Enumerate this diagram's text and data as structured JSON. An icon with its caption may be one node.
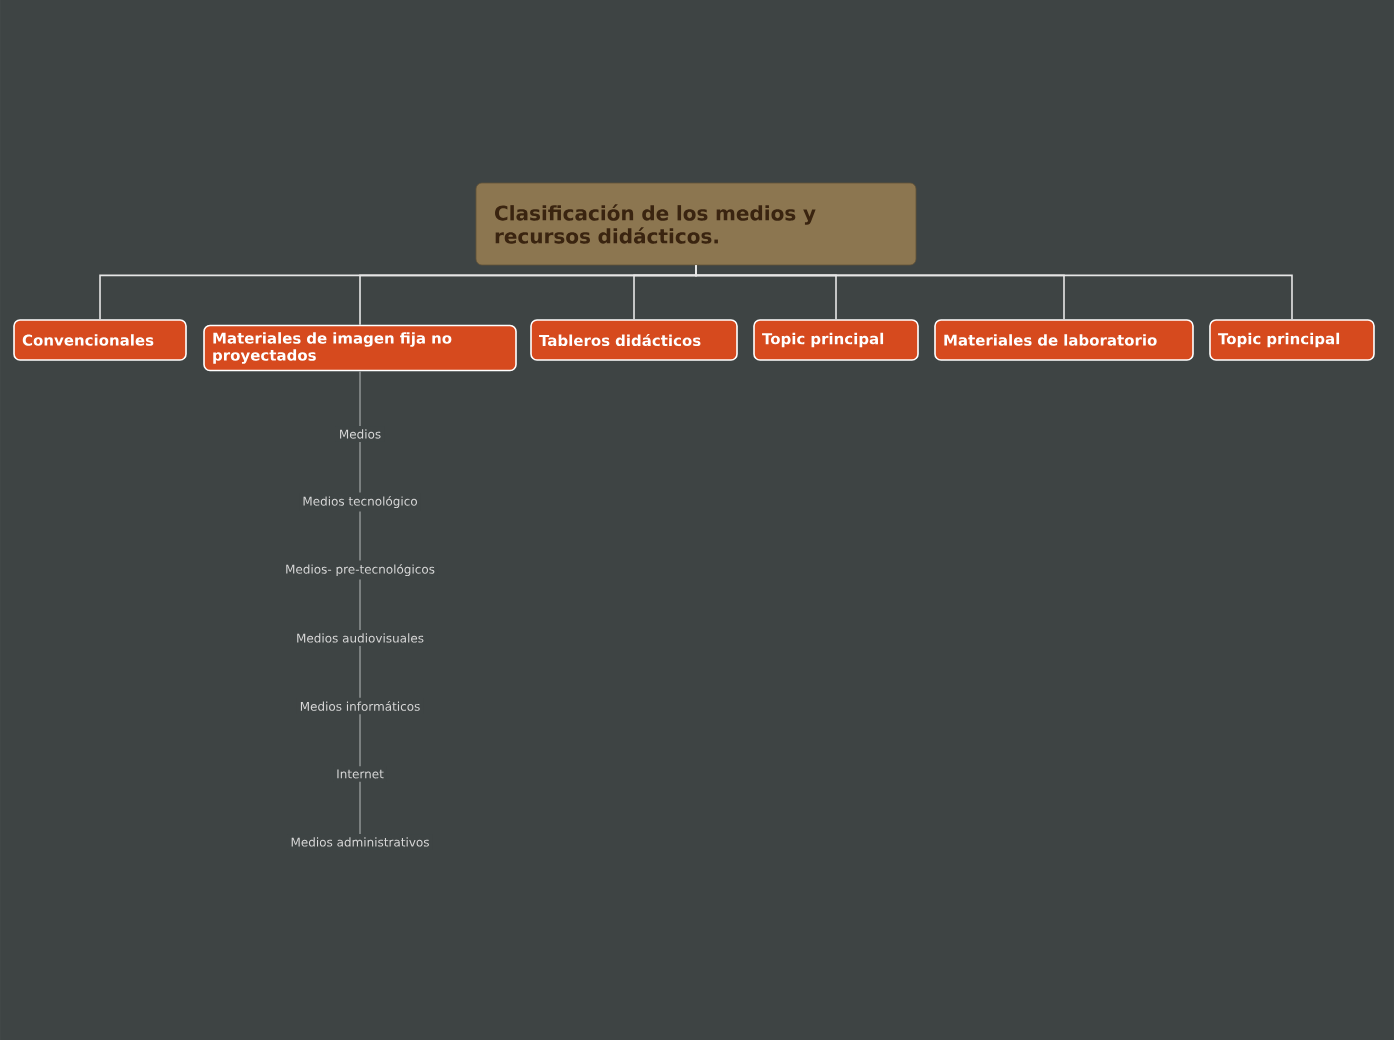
{
  "diagram": {
    "nodes": [
      {
        "text": [
          "Clasificación de los medios y recursos didácticos."
        ]
      },
      {
        "text": [
          "Convencionales"
        ]
      },
      {
        "text": [
          "Materiales de imagen fija no proyectados"
        ]
      },
      {
        "text": [
          "Tableros didácticos"
        ]
      },
      {
        "text": [
          "Topic principal"
        ]
      },
      {
        "text": [
          "Materiales de laboratorio"
        ]
      },
      {
        "text": [
          "Topic principal"
        ]
      },
      {
        "text": [
          "Medios"
        ]
      },
      {
        "text": [
          "Medios  tecnológico"
        ]
      },
      {
        "text": [
          "Medios- pre-tecnológicos"
        ]
      },
      {
        "text": [
          "Medios audiovisuales"
        ]
      },
      {
        "text": [
          "Medios informáticos"
        ]
      },
      {
        "text": [
          "Internet"
        ]
      },
      {
        "text": [
          "Medios administrativos"
        ]
      }
    ],
    "edges": [
      {
        "from": 0,
        "to": 1,
        "arrow": "none",
        "color": "#e6e6e6"
      },
      {
        "from": 0,
        "to": 2,
        "arrow": "none",
        "color": "#e6e6e6"
      },
      {
        "from": 0,
        "to": 3,
        "arrow": "none",
        "color": "#e6e6e6"
      },
      {
        "from": 0,
        "to": 4,
        "arrow": "none",
        "color": "#e6e6e6"
      },
      {
        "from": 0,
        "to": 5,
        "arrow": "none",
        "color": "#e6e6e6"
      },
      {
        "from": 0,
        "to": 6,
        "arrow": "none",
        "color": "#e6e6e6"
      },
      {
        "from": 2,
        "to": 7,
        "arrow": "none"
      },
      {
        "from": 7,
        "to": 8,
        "arrow": "none"
      },
      {
        "from": 8,
        "to": 9,
        "arrow": "none"
      },
      {
        "from": 9,
        "to": 10,
        "arrow": "none"
      },
      {
        "from": 10,
        "to": 11,
        "arrow": "none"
      },
      {
        "from": 11,
        "to": 12,
        "arrow": "none"
      },
      {
        "from": 12,
        "to": 13,
        "arrow": "none"
      }
    ]
  }
}
